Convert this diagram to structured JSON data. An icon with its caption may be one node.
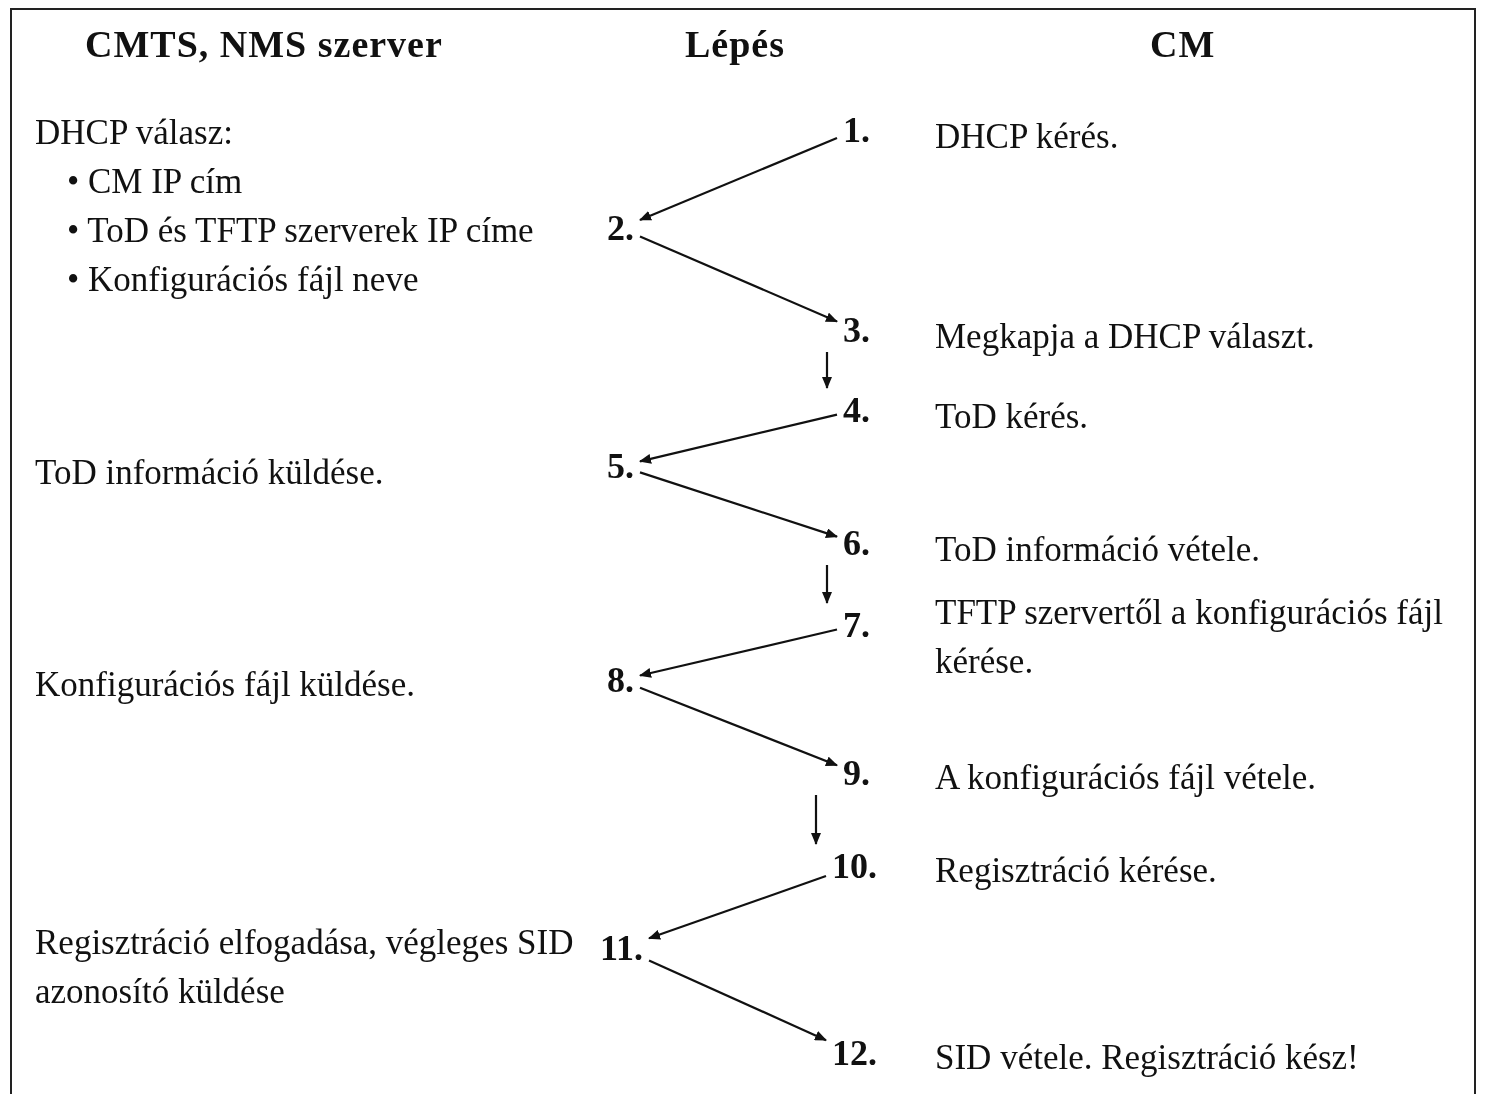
{
  "diagram": {
    "nodes": [
      {
        "text": [
          "1."
        ],
        "beside": [
          "DHCP kérés."
        ]
      },
      {
        "text": [
          "2."
        ],
        "beside": [
          "DHCP válasz:",
          "• CM IP cím",
          "• ToD és TFTP szerverek IP címe",
          "• Konfigurációs fájl neve"
        ]
      },
      {
        "text": [
          "3."
        ],
        "beside": [
          "Megkapja a DHCP választ."
        ]
      },
      {
        "text": [
          "4."
        ],
        "beside": [
          "ToD kérés."
        ]
      },
      {
        "text": [
          "5."
        ]
      },
      {
        "text": [
          "6."
        ],
        "beside": [
          "ToD információ vétele."
        ]
      },
      {
        "text": [
          "7."
        ],
        "beside": [
          "TFTP szervertől a konfigurációs fájl kérése."
        ]
      },
      {
        "text": [
          "8."
        ]
      },
      {
        "text": [
          "9."
        ],
        "beside": [
          "A konfigurációs fájl vétele."
        ]
      },
      {
        "text": [
          "10."
        ],
        "beside": [
          "Regisztráció kérése."
        ]
      },
      {
        "text": [
          "11."
        ],
        "beside": [
          "Regisztráció elfogadása, végleges SID azonosító küldése"
        ]
      },
      {
        "text": [
          "12."
        ],
        "beside": [
          "SID vétele. Regisztráció kész!"
        ]
      }
    ],
    "edges": [
      {
        "from": 0,
        "to": 1,
        "arrow": "to"
      },
      {
        "from": 1,
        "to": 2,
        "arrow": "to"
      },
      {
        "from": 2,
        "to": 3,
        "arrow": "to"
      },
      {
        "from": 3,
        "to": 4,
        "arrow": "to"
      },
      {
        "from": 4,
        "to": 5,
        "arrow": "to"
      },
      {
        "from": 5,
        "to": 6,
        "arrow": "to"
      },
      {
        "from": 6,
        "to": 7,
        "arrow": "to"
      },
      {
        "from": 7,
        "to": 8,
        "arrow": "to"
      },
      {
        "from": 8,
        "to": 9,
        "arrow": "to"
      },
      {
        "from": 9,
        "to": 10,
        "arrow": "to"
      },
      {
        "from": 10,
        "to": 11,
        "arrow": "to"
      }
    ],
    "labels": [
      "CMTS, NMS szerver",
      "Lépés",
      "CM",
      "ToD információ küldése.",
      "Konfigurációs fájl küldése."
    ]
  }
}
